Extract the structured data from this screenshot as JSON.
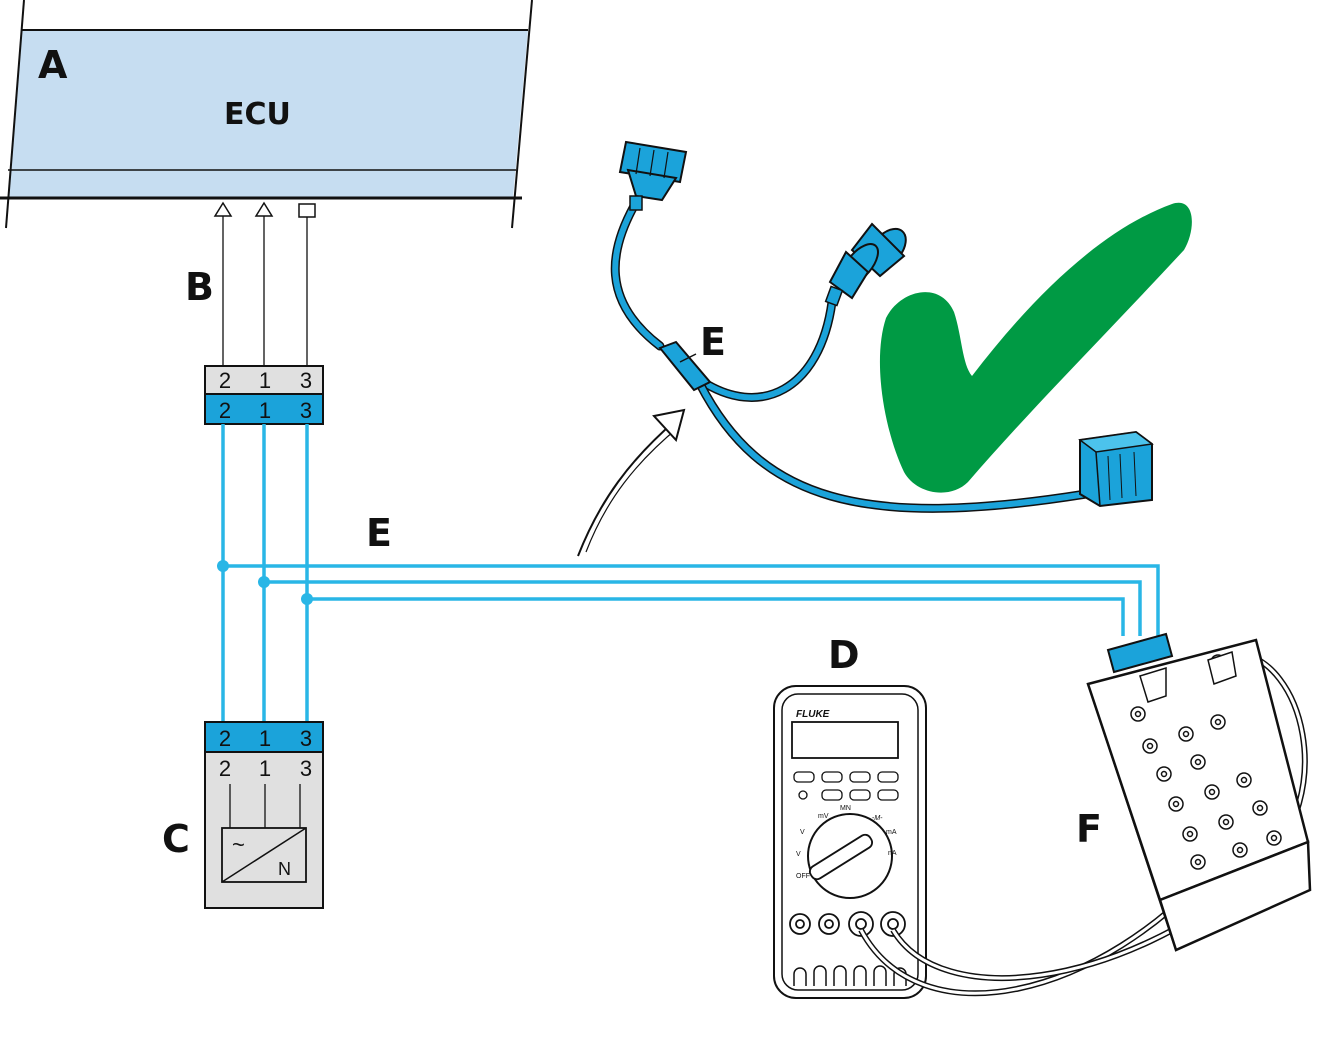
{
  "labels": {
    "a": "A",
    "ecu": "ECU",
    "b": "B",
    "c": "C",
    "d": "D",
    "e_harness": "E",
    "e_lead": "E",
    "f": "F"
  },
  "connector_pins": {
    "ecu_side": [
      "2",
      "1",
      "3"
    ],
    "lead_top": [
      "2",
      "1",
      "3"
    ],
    "lead_bottom": [
      "2",
      "1",
      "3"
    ],
    "sensor_side": [
      "2",
      "1",
      "3"
    ]
  },
  "sensor": {
    "tilde": "~",
    "n": "N"
  },
  "multimeter": {
    "brand": "FLUKE",
    "mode_mv": "mV",
    "mode_v1": "V",
    "mode_v2": "V",
    "mode_off": "OFF",
    "mode_mn": "MN",
    "mode_ma": "mA",
    "mode_na": "nA",
    "mode_res": "-𝑀-"
  },
  "colors": {
    "ecu_fill": "#c6ddf1",
    "wire_cyan": "#29b6e6",
    "connector_blue": "#1ba3da",
    "connector_grey": "#e0e0e0",
    "checkmark_green": "#009a44"
  }
}
